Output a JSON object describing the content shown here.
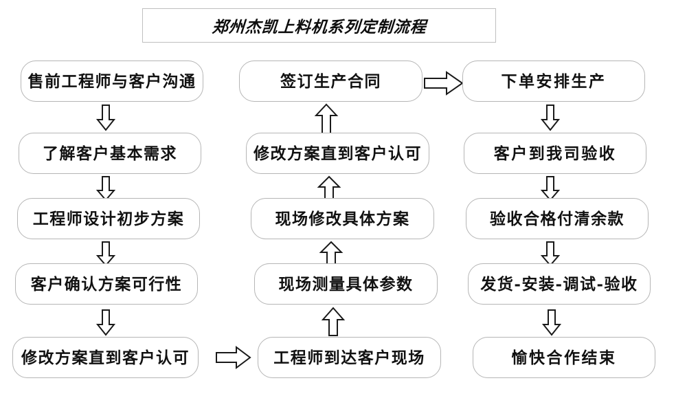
{
  "title": {
    "text": "郑州杰凯上料机系列定制流程"
  },
  "colors": {
    "box_border": "#b5b5b5",
    "title_border": "#bfbfbf",
    "text": "#111111",
    "arrow_stroke": "#1a1a1a",
    "background": "#ffffff"
  },
  "columns": [
    {
      "name": "column-1",
      "direction": "down",
      "nodes": [
        {
          "label": "售前工程师与客户沟通"
        },
        {
          "label": "了解客户基本需求"
        },
        {
          "label": "工程师设计初步方案"
        },
        {
          "label": "客户确认方案可行性"
        },
        {
          "label": "修改方案直到客户认可"
        }
      ]
    },
    {
      "name": "column-2",
      "direction": "up",
      "nodes": [
        {
          "label": "签订生产合同"
        },
        {
          "label": "修改方案直到客户认可"
        },
        {
          "label": "现场修改具体方案"
        },
        {
          "label": "现场测量具体参数"
        },
        {
          "label": "工程师到达客户现场"
        }
      ]
    },
    {
      "name": "column-3",
      "direction": "down",
      "nodes": [
        {
          "label": "下单安排生产"
        },
        {
          "label": "客户到我司验收"
        },
        {
          "label": "验收合格付清余款"
        },
        {
          "label": "发货-安装-调试-验收"
        },
        {
          "label": "愉快合作结束"
        }
      ]
    }
  ],
  "connectors": {
    "col1_down": [
      "arrow-down",
      "arrow-down",
      "arrow-down",
      "arrow-down"
    ],
    "col2_up": [
      "arrow-up",
      "arrow-up",
      "arrow-up",
      "arrow-up"
    ],
    "col3_down": [
      "arrow-down",
      "arrow-down",
      "arrow-down",
      "arrow-down"
    ],
    "col1_to_col2": "arrow-right",
    "col2_to_col3": "arrow-right"
  }
}
